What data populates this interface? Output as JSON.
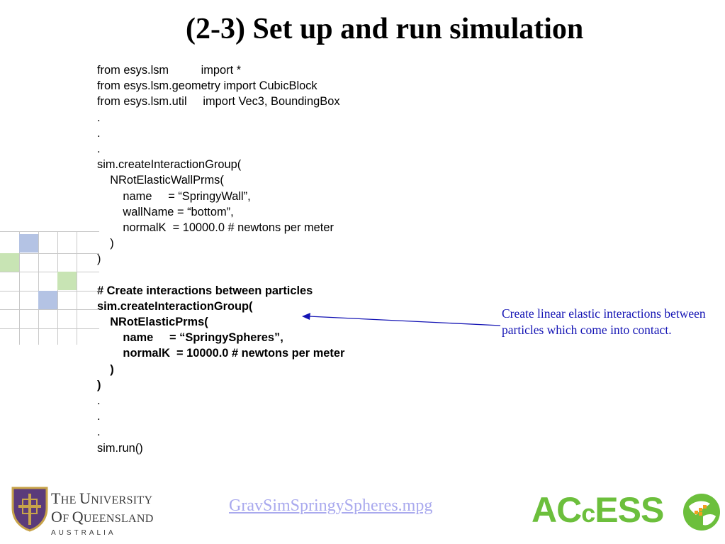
{
  "slide": {
    "title": "(2-3) Set up and run simulation",
    "code_lines": [
      {
        "text": "from esys.lsm          import *",
        "bold": false
      },
      {
        "text": "from esys.lsm.geometry import CubicBlock",
        "bold": false
      },
      {
        "text": "from esys.lsm.util     import Vec3, BoundingBox",
        "bold": false
      },
      {
        "text": ".",
        "bold": false
      },
      {
        "text": ".",
        "bold": false
      },
      {
        "text": ".",
        "bold": false
      },
      {
        "text": "sim.createInteractionGroup(",
        "bold": false
      },
      {
        "text": "    NRotElasticWallPrms(",
        "bold": false
      },
      {
        "text": "        name     = “SpringyWall”,",
        "bold": false
      },
      {
        "text": "        wallName = “bottom”,",
        "bold": false
      },
      {
        "text": "        normalK  = 10000.0 # newtons per meter",
        "bold": false
      },
      {
        "text": "    )",
        "bold": false
      },
      {
        "text": ")",
        "bold": false
      },
      {
        "text": "",
        "bold": false
      },
      {
        "text": "# Create interactions between particles",
        "bold": true
      },
      {
        "text": "sim.createInteractionGroup(",
        "bold": true
      },
      {
        "text": "    NRotElasticPrms(",
        "bold": true
      },
      {
        "text": "        name     = “SpringySpheres”,",
        "bold": true
      },
      {
        "text": "        normalK  = 10000.0 # newtons per meter",
        "bold": true
      },
      {
        "text": "    )",
        "bold": true
      },
      {
        "text": ")",
        "bold": true
      },
      {
        "text": ".",
        "bold": false
      },
      {
        "text": ".",
        "bold": false
      },
      {
        "text": ".",
        "bold": false
      },
      {
        "text": "sim.run()",
        "bold": false
      }
    ],
    "annotation": "Create linear elastic interactions between particles which come into contact.",
    "video_link": "GravSimSpringySpheres.mpg"
  },
  "footer": {
    "uq": {
      "line1_lead": "T",
      "line1_rest": "HE ",
      "line1_lead2": "U",
      "line1_rest2": "NIVERSITY",
      "line2_lead": "O",
      "line2_rest": "F ",
      "line2_lead2": "Q",
      "line2_rest2": "UEENSLAND",
      "line3": "AUSTRALIA"
    },
    "access_logo": {
      "part1": "AC",
      "part2": "c",
      "part3": "ESS"
    }
  },
  "colors": {
    "annotation": "#1414b4",
    "link": "#a9a9ee",
    "access_green": "#6cbf3c",
    "grid_blue": "#b4c3e4",
    "grid_green": "#c8e4b4"
  }
}
